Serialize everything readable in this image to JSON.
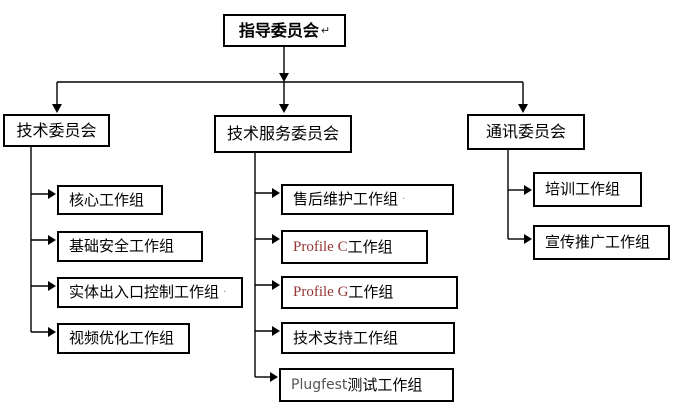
{
  "colors": {
    "background": "#ffffff",
    "box_border": "#000000",
    "connector": "#000000",
    "text": "#000000",
    "profile_text_red": "#943634",
    "plugfest_text_gray": "#555555"
  },
  "org": {
    "root": {
      "label": "指导委员会",
      "tail": "↵"
    },
    "committees": {
      "tech": {
        "label": "技术委员会"
      },
      "service": {
        "label": "技术服务委员会"
      },
      "comm": {
        "label": "通讯委员会"
      }
    },
    "tech_groups": {
      "core": {
        "label": "核心工作组"
      },
      "security": {
        "label": "基础安全工作组"
      },
      "access": {
        "label": "实体出入口控制工作组",
        "tail": "·"
      },
      "video": {
        "label": "视频优化工作组"
      }
    },
    "service_groups": {
      "aftersales": {
        "label": "售后维护工作组",
        "tail": "·"
      },
      "profile_c": {
        "prefix": "Profile C",
        "suffix": " 工作组"
      },
      "profile_g": {
        "prefix": "Profile G",
        "suffix": " 工作组"
      },
      "support": {
        "label": "技术支持工作组"
      },
      "plugfest": {
        "prefix": "Plugfest",
        "suffix": " 测试工作组"
      }
    },
    "comm_groups": {
      "training": {
        "label": "培训工作组"
      },
      "promotion": {
        "label": "宣传推广工作组"
      }
    }
  }
}
